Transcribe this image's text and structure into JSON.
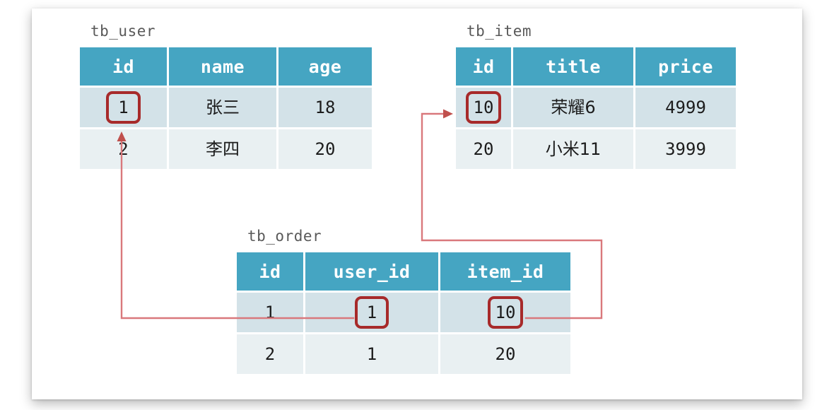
{
  "diagram": {
    "title": "Database table relationship diagram",
    "caption_color": "#595959",
    "header_color": "#45A5C2",
    "row_odd_color": "#D3E2E8",
    "row_even_color": "#E9F0F2",
    "highlight_color": "#A72A2A",
    "connector_color": "#D9787C",
    "arrow_color": "#C0504D",
    "card_background": "#FFFFFF"
  },
  "tables": {
    "user": {
      "name": "tb_user",
      "columns": [
        "id",
        "name",
        "age"
      ],
      "rows": [
        {
          "id": "1",
          "name": "张三",
          "age": "18"
        },
        {
          "id": "2",
          "name": "李四",
          "age": "20"
        }
      ]
    },
    "item": {
      "name": "tb_item",
      "columns": [
        "id",
        "title",
        "price"
      ],
      "rows": [
        {
          "id": "10",
          "title": "荣耀6",
          "price": "4999"
        },
        {
          "id": "20",
          "title": "小米11",
          "price": "3999"
        }
      ]
    },
    "order": {
      "name": "tb_order",
      "columns": [
        "id",
        "user_id",
        "item_id"
      ],
      "rows": [
        {
          "id": "1",
          "user_id": "1",
          "item_id": "10"
        },
        {
          "id": "2",
          "user_id": "1",
          "item_id": "20"
        }
      ]
    }
  },
  "relations": [
    {
      "name": "order-user-fk",
      "from_table": "tb_order",
      "from_column": "user_id",
      "from_value": "1",
      "to_table": "tb_user",
      "to_column": "id",
      "to_value": "1"
    },
    {
      "name": "order-item-fk",
      "from_table": "tb_order",
      "from_column": "item_id",
      "from_value": "10",
      "to_table": "tb_item",
      "to_column": "id",
      "to_value": "10"
    }
  ]
}
